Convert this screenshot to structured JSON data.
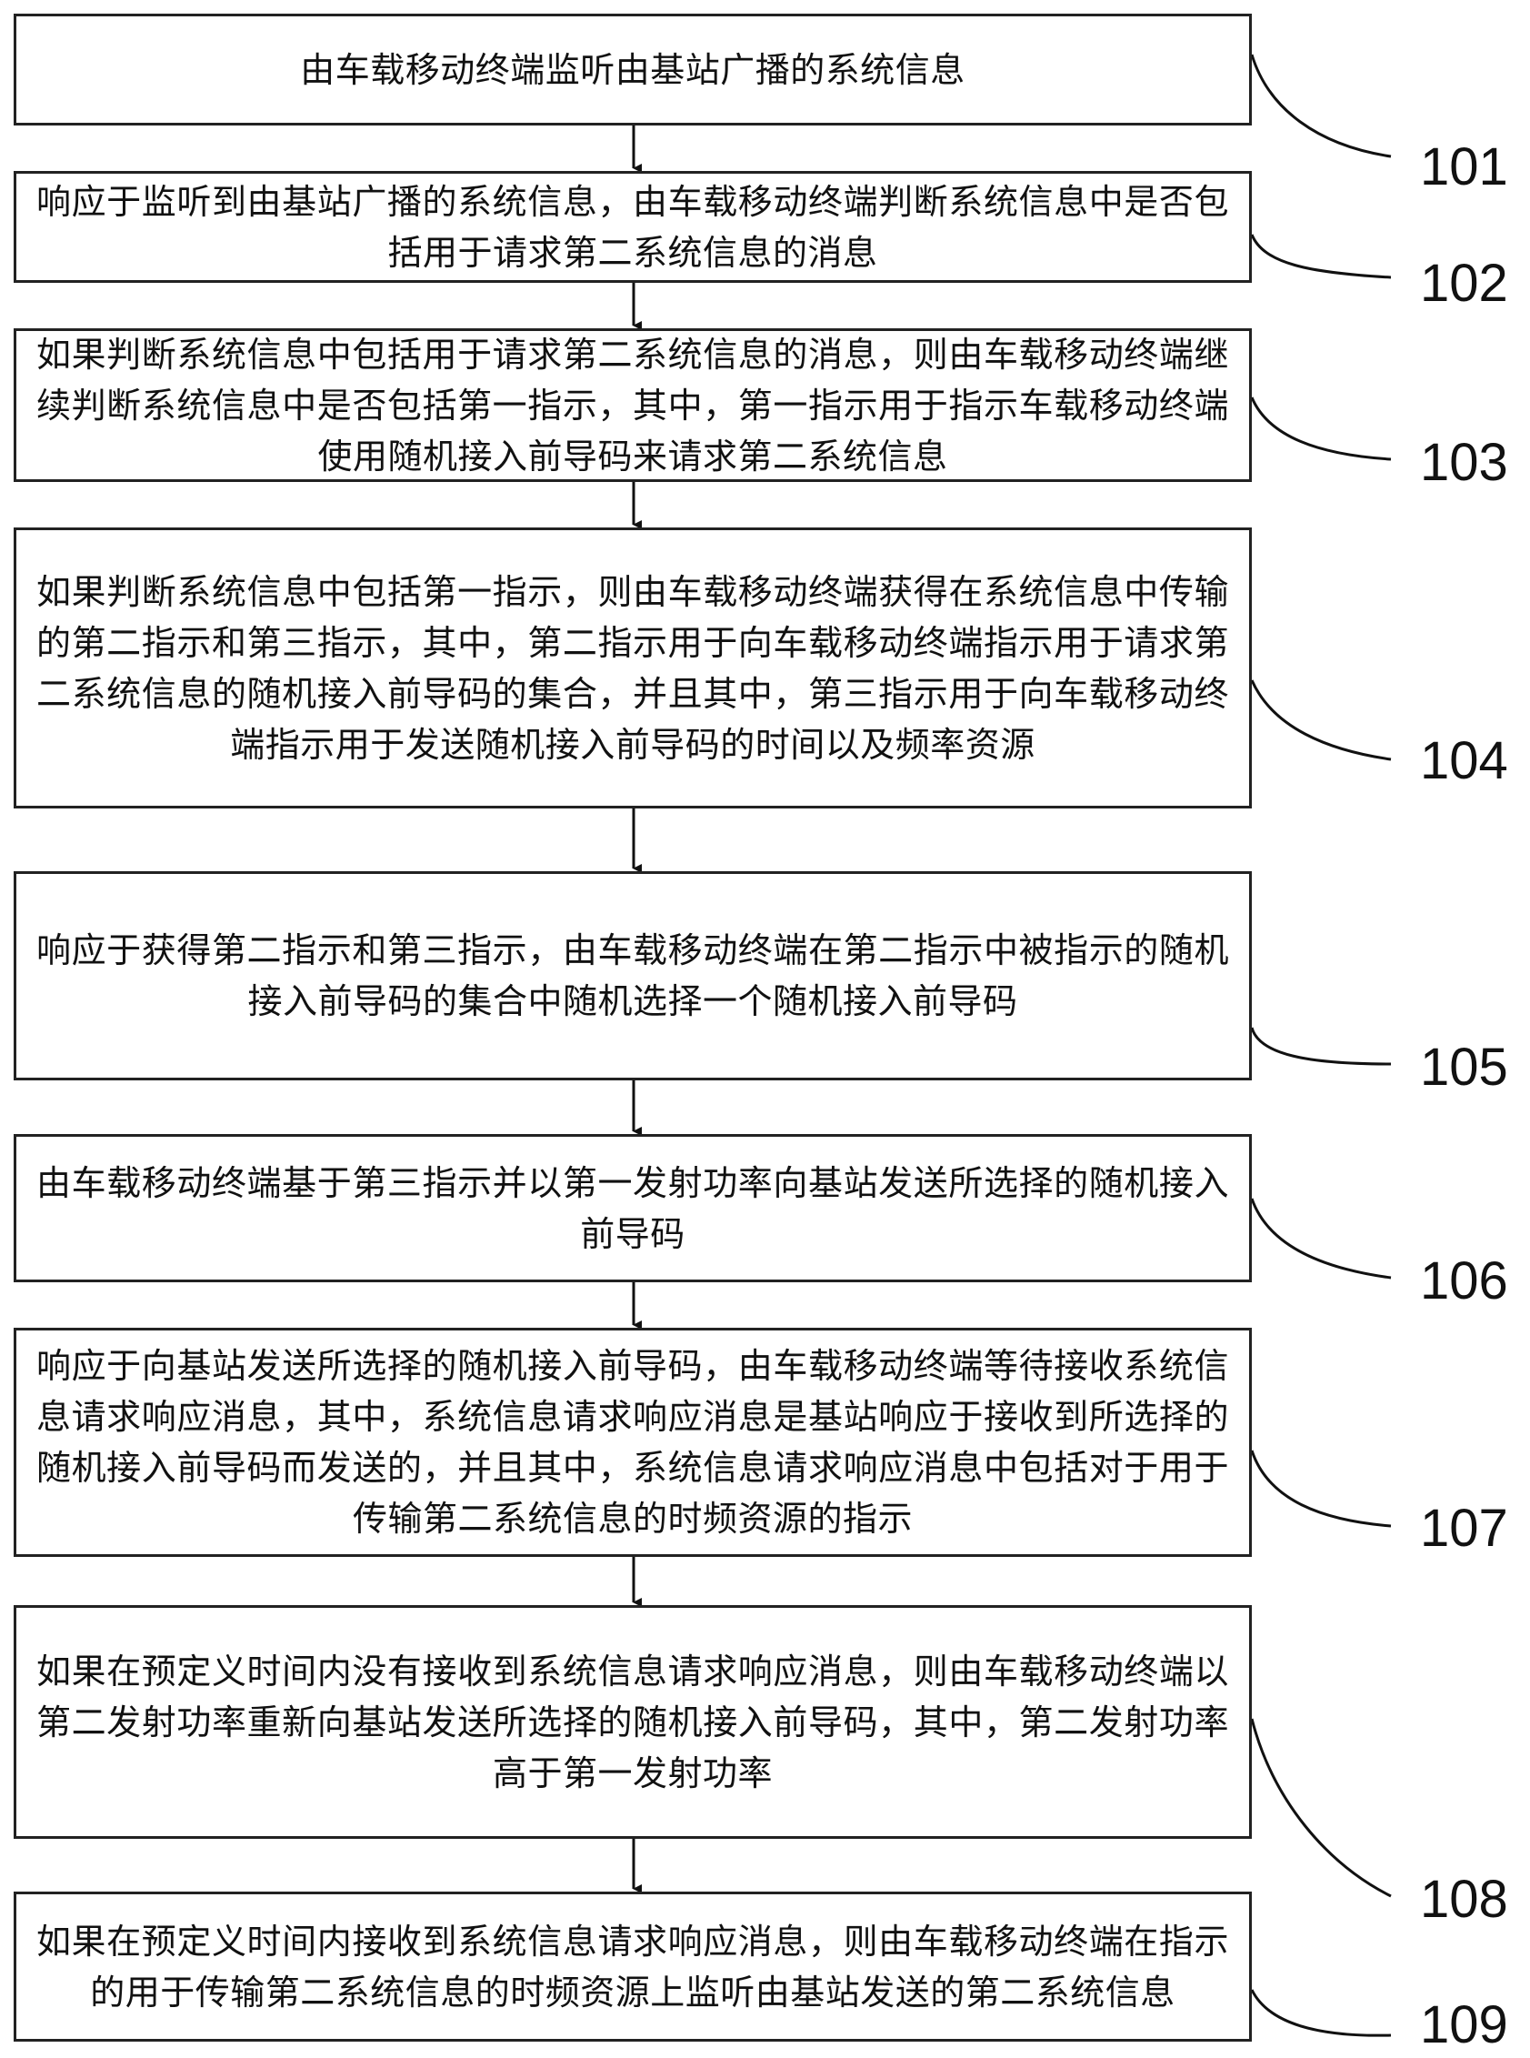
{
  "steps": [
    {
      "id": "101",
      "text": "由车载移动终端监听由基站广播的系统信息"
    },
    {
      "id": "102",
      "text": "响应于监听到由基站广播的系统信息，由车载移动终端判断系统信息中是否包括用于请求第二系统信息的消息"
    },
    {
      "id": "103",
      "text": "如果判断系统信息中包括用于请求第二系统信息的消息，则由车载移动终端继续判断系统信息中是否包括第一指示，其中，第一指示用于指示车载移动终端使用随机接入前导码来请求第二系统信息"
    },
    {
      "id": "104",
      "text": "如果判断系统信息中包括第一指示，则由车载移动终端获得在系统信息中传输的第二指示和第三指示，其中，第二指示用于向车载移动终端指示用于请求第二系统信息的随机接入前导码的集合，并且其中，第三指示用于向车载移动终端指示用于发送随机接入前导码的时间以及频率资源"
    },
    {
      "id": "105",
      "text": "响应于获得第二指示和第三指示，由车载移动终端在第二指示中被指示的随机接入前导码的集合中随机选择一个随机接入前导码"
    },
    {
      "id": "106",
      "text": "由车载移动终端基于第三指示并以第一发射功率向基站发送所选择的随机接入前导码"
    },
    {
      "id": "107",
      "text": "响应于向基站发送所选择的随机接入前导码，由车载移动终端等待接收系统信息请求响应消息，其中，系统信息请求响应消息是基站响应于接收到所选择的随机接入前导码而发送的，并且其中，系统信息请求响应消息中包括对于用于传输第二系统信息的时频资源的指示"
    },
    {
      "id": "108",
      "text": "如果在预定义时间内没有接收到系统信息请求响应消息，则由车载移动终端以第二发射功率重新向基站发送所选择的随机接入前导码，其中，第二发射功率高于第一发射功率"
    },
    {
      "id": "109",
      "text": "如果在预定义时间内接收到系统信息请求响应消息，则由车载移动终端在指示的用于传输第二系统信息的时频资源上监听由基站发送的第二系统信息"
    }
  ]
}
